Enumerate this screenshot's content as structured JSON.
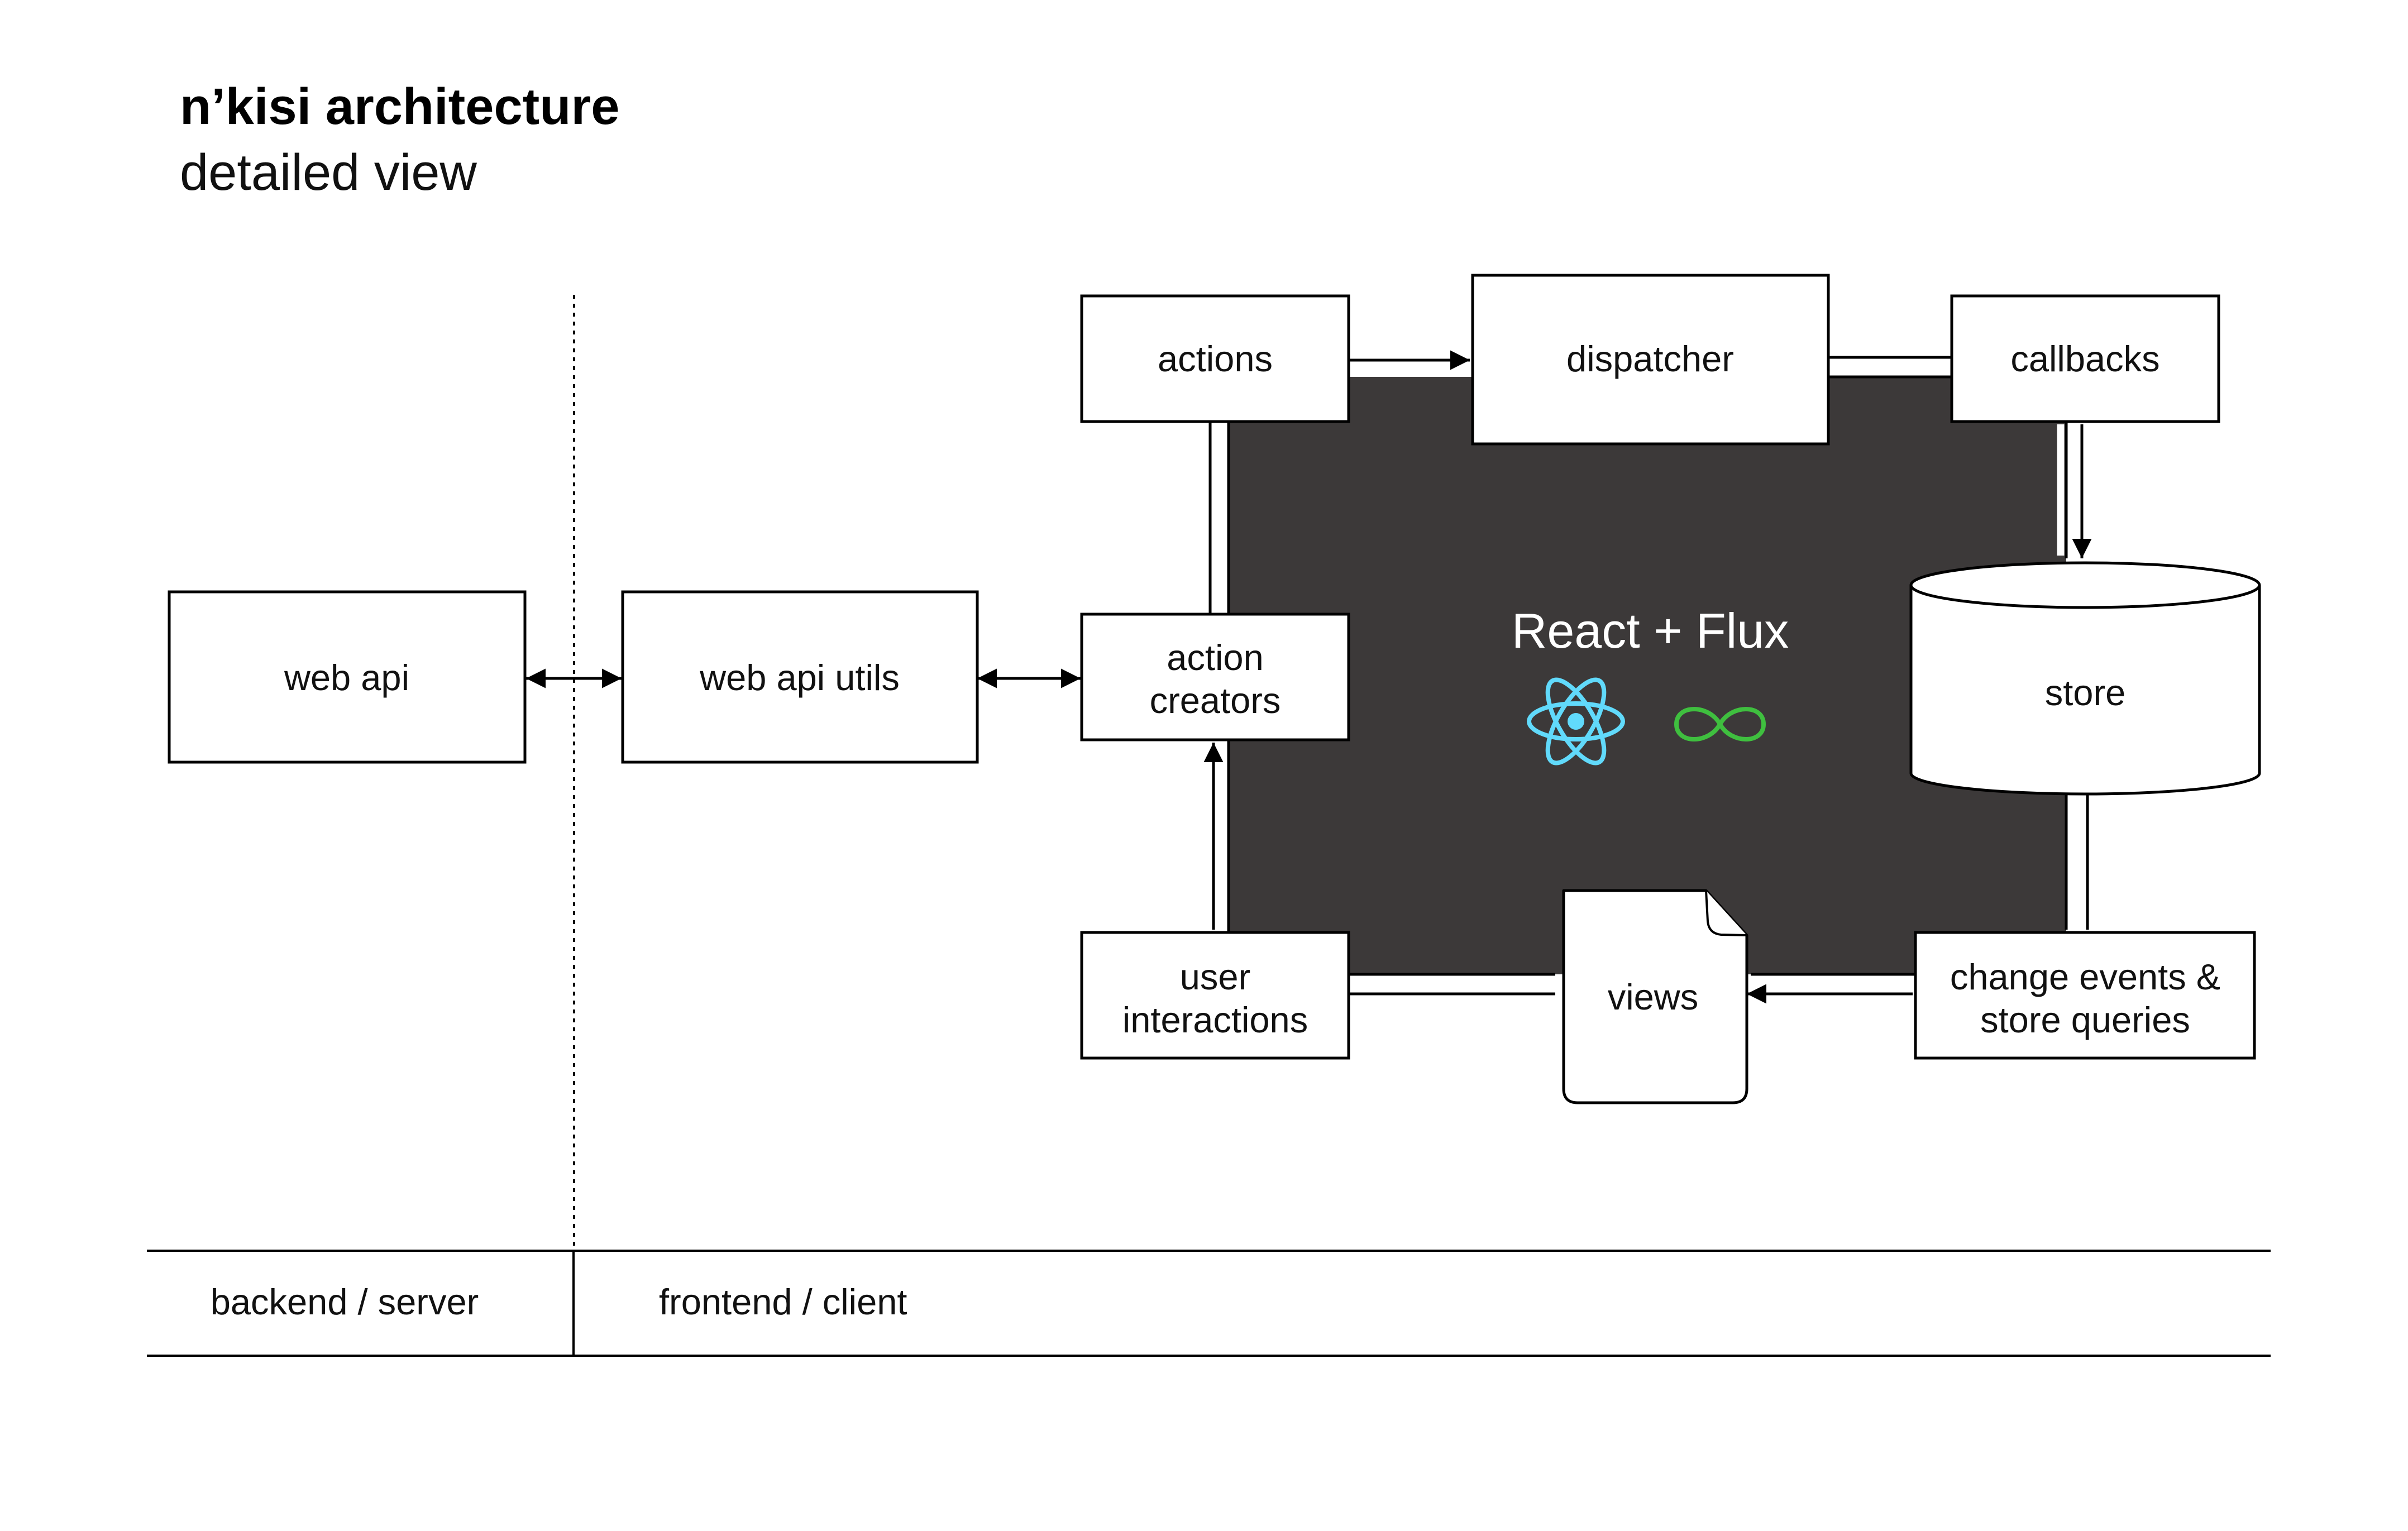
{
  "title": "n’kisi architecture",
  "subtitle": "detailed view",
  "tech_panel": {
    "label": "React + Flux",
    "colors": {
      "panel": "#3c3939",
      "react": "#61dafb",
      "flux": "#3fbf3f"
    },
    "icons": [
      "react-logo-icon",
      "flux-logo-icon"
    ]
  },
  "nodes": {
    "web_api": "web api",
    "web_api_utils": "web api utils",
    "action_creators": [
      "action",
      "creators"
    ],
    "actions": "actions",
    "dispatcher": "dispatcher",
    "callbacks": "callbacks",
    "store": "store",
    "views": "views",
    "user_interactions": [
      "user",
      "interactions"
    ],
    "change_events": [
      "change events &",
      "store queries"
    ]
  },
  "footer": {
    "backend": "backend / server",
    "frontend": "frontend / client"
  }
}
